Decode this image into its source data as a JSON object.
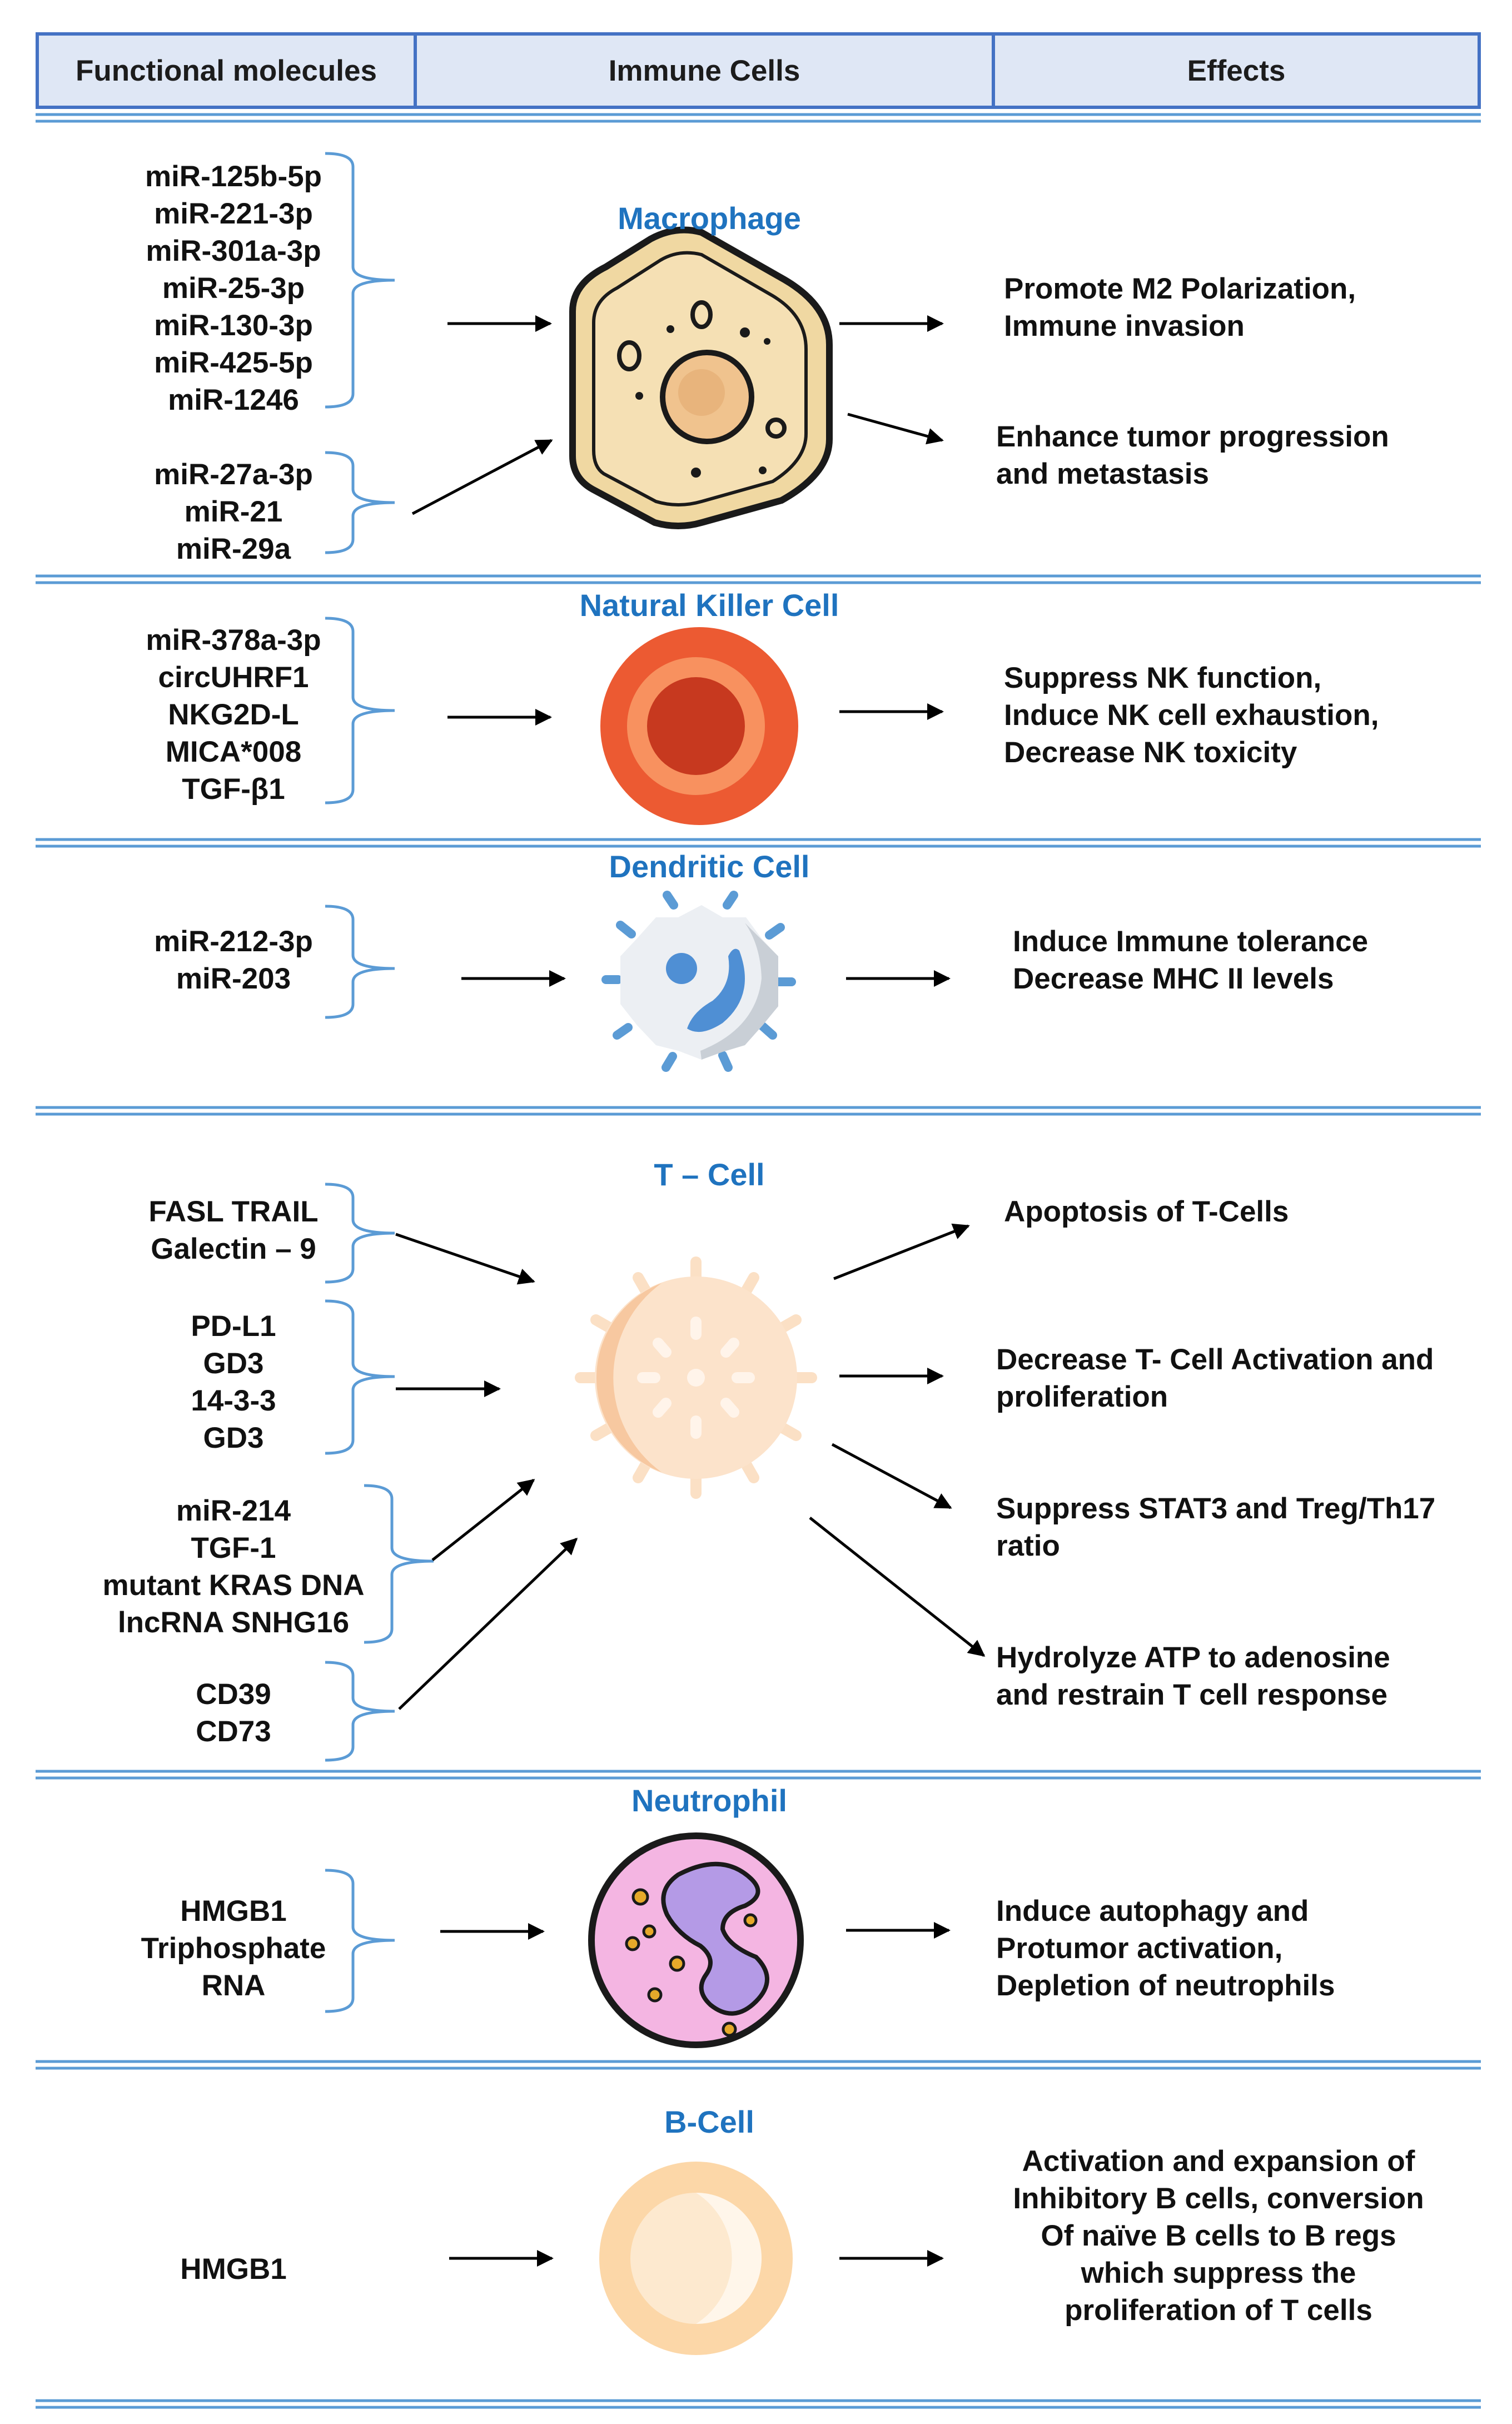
{
  "header": {
    "col1": "Functional molecules",
    "col2": "Immune Cells",
    "col3": "Effects"
  },
  "macrophage": {
    "title": "Macrophage",
    "molecules_a": [
      "miR-125b-5p",
      "miR-221-3p",
      "miR-301a-3p",
      "miR-25-3p",
      "miR-130-3p",
      "miR-425-5p",
      "miR-1246"
    ],
    "molecules_b": [
      "miR-27a-3p",
      "miR-21",
      "miR-29a"
    ],
    "effect_a": [
      "Promote M2 Polarization,",
      "Immune invasion"
    ],
    "effect_b": [
      "Enhance tumor progression",
      "and metastasis"
    ]
  },
  "nk": {
    "title": "Natural Killer Cell",
    "molecules": [
      "miR-378a-3p",
      "circUHRF1",
      "NKG2D-L",
      "MICA*008",
      "TGF-β1"
    ],
    "effect": [
      "Suppress NK function,",
      "Induce NK cell exhaustion,",
      "Decrease NK toxicity"
    ]
  },
  "dendritic": {
    "title": "Dendritic Cell",
    "molecules": [
      "miR-212-3p",
      "miR-203"
    ],
    "effect": [
      "Induce Immune tolerance",
      "Decrease MHC II levels"
    ]
  },
  "tcell": {
    "title": "T – Cell",
    "molecules_a": [
      "FASL TRAIL",
      "Galectin – 9"
    ],
    "molecules_b": [
      "PD-L1",
      "GD3",
      "14-3-3",
      "GD3"
    ],
    "molecules_c": [
      "miR-214",
      "TGF-1",
      "mutant KRAS DNA",
      "lncRNA SNHG16"
    ],
    "molecules_d": [
      "CD39",
      "CD73"
    ],
    "effect_a": [
      "Apoptosis of T-Cells"
    ],
    "effect_b": [
      "Decrease T- Cell Activation and",
      "proliferation"
    ],
    "effect_c": [
      "Suppress STAT3 and Treg/Th17",
      "ratio"
    ],
    "effect_d": [
      "Hydrolyze ATP to adenosine",
      "and restrain T cell response"
    ]
  },
  "neutrophil": {
    "title": "Neutrophil",
    "molecules": [
      "HMGB1",
      "Triphosphate",
      "RNA"
    ],
    "effect": [
      "Induce autophagy and",
      "Protumor activation,",
      "Depletion of neutrophils"
    ]
  },
  "bcell": {
    "title": "B-Cell",
    "molecules": [
      "HMGB1"
    ],
    "effect": [
      "Activation and expansion of",
      "Inhibitory B cells, conversion",
      "Of naïve B cells to B regs",
      "which suppress the",
      "proliferation of T cells"
    ]
  },
  "colors": {
    "accent": "#4472c4",
    "title_blue": "#1f73bf",
    "bracket": "#5b9bd5",
    "arrow": "#000000"
  }
}
